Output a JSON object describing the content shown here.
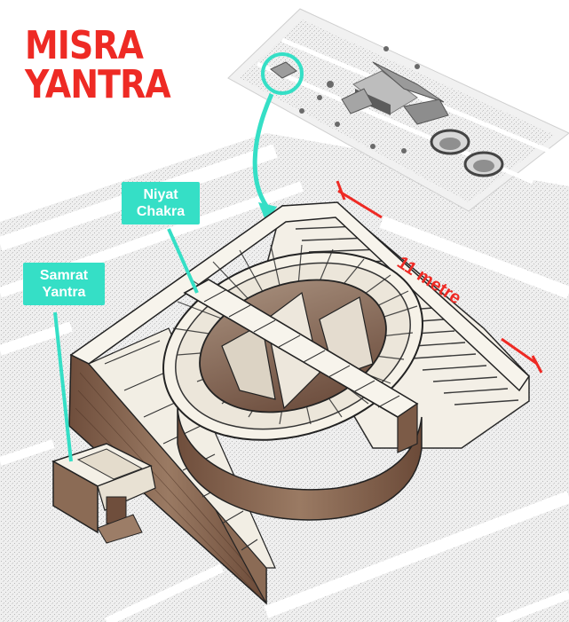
{
  "title": {
    "line1": "MISRA",
    "line2": "YANTRA"
  },
  "labels": {
    "niyat_chakra": {
      "line1": "Niyat",
      "line2": "Chakra"
    },
    "samrat_yantra": {
      "line1": "Samrat",
      "line2": "Yantra"
    },
    "dimension": "11 metre"
  },
  "colors": {
    "title_red": "#ee2a24",
    "callout_teal": "#35dfc6",
    "stone_face": "#f0ebe0",
    "wall_brown": "#7a5a45",
    "ground": "#e9e9e9"
  }
}
